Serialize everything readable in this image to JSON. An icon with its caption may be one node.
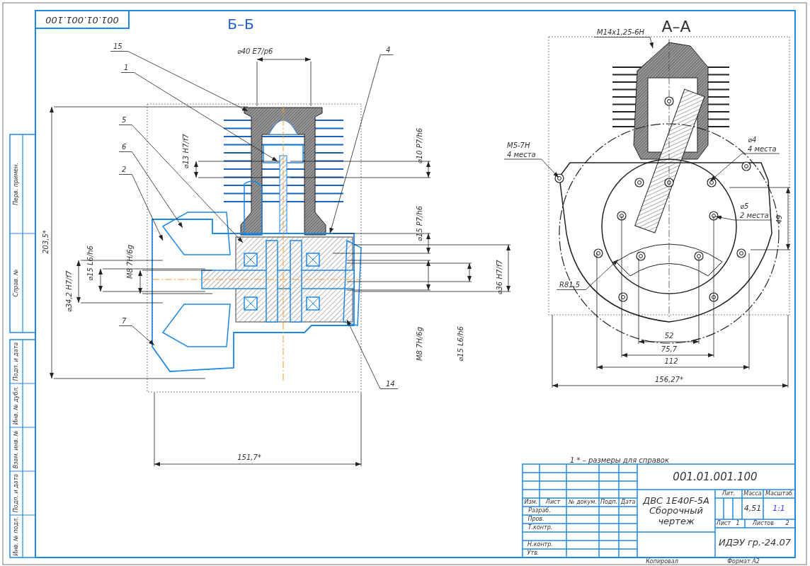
{
  "diagram": {
    "nodes": [
      {
        "text": [
          "15"
        ]
      },
      {
        "text": [
          "1"
        ]
      },
      {
        "text": [
          "5"
        ]
      },
      {
        "text": [
          "6"
        ]
      },
      {
        "text": [
          "2"
        ]
      },
      {
        "text": [
          "7"
        ]
      },
      {
        "text": [
          "4"
        ]
      },
      {
        "text": [
          "14"
        ]
      },
      {
        "text": [
          "M14x1,25-6H"
        ]
      },
      {
        "text": [
          "M5-7H",
          "4 места"
        ]
      },
      {
        "text": [
          "⌀4",
          "4 места"
        ]
      },
      {
        "text": [
          "⌀5",
          "2 места"
        ]
      },
      {
        "text": [
          "R81,5"
        ]
      }
    ],
    "edges": [
      {
        "from": 0,
        "to": null,
        "arrow": "to"
      },
      {
        "from": 1,
        "to": null,
        "arrow": "to"
      },
      {
        "from": 2,
        "to": null,
        "arrow": "to"
      },
      {
        "from": 3,
        "to": null,
        "arrow": "to"
      },
      {
        "from": 4,
        "to": null,
        "arrow": "to"
      },
      {
        "from": 5,
        "to": null,
        "arrow": "to"
      },
      {
        "from": 6,
        "to": null,
        "arrow": "to"
      },
      {
        "from": 7,
        "to": null,
        "arrow": "to"
      },
      {
        "from": 8,
        "to": null,
        "arrow": "to"
      },
      {
        "from": 9,
        "to": null,
        "arrow": "to"
      },
      {
        "from": 10,
        "to": null,
        "arrow": "to"
      },
      {
        "from": 11,
        "to": null,
        "arrow": "to"
      },
      {
        "from": 12,
        "to": null,
        "arrow": "to"
      }
    ],
    "labels": [
      "001.01.001.100",
      "Б–Б",
      "А–А",
      "⌀40 E7/p6",
      "203,5*",
      "⌀13 H7/f7",
      "⌀10 P7/h6",
      "⌀15 P7/h6",
      "⌀15 L6/h6",
      "M8 7H/6g",
      "⌀34,2 H7/f7",
      "⌀36 H7/f7",
      "M8 7H/6g",
      "⌀15 L6/h6",
      "49",
      "52",
      "75,7",
      "112",
      "156,27*",
      "151,7*",
      "1 * – размеры для справок",
      "001.01.001.100",
      "Изм.",
      "Лист",
      "№ докум.",
      "Подп.",
      "Дата",
      "Разраб.",
      "Пров.",
      "Т.контр.",
      "Н.контр.",
      "Утв.",
      "ДВС 1E40F-5A Сборочный чертеж",
      "Лит.",
      "Масса",
      "Масштаб",
      "4,51",
      "1:1",
      "Лист",
      "1",
      "Листов",
      "2",
      "ИДЭУ гр.-24.07",
      "Копировал",
      "Формат A2",
      "Перв. примен.",
      "Справ. №",
      "Подп. и дата",
      "Инв. № дубл.",
      "Взам. инв. №",
      "Подп. и дата",
      "Инв. № подл."
    ]
  }
}
